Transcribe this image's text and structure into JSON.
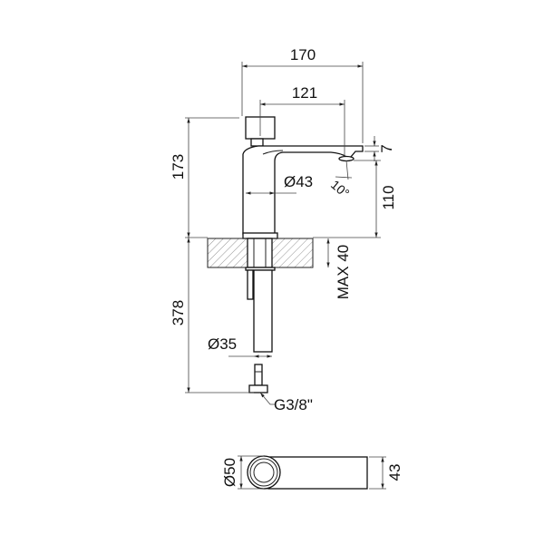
{
  "drawing": {
    "dimensions": {
      "overall_width": "170",
      "spout_reach": "121",
      "spout_thickness": "7",
      "outlet_height": "110",
      "total_height": "173",
      "body_diameter": "Ø43",
      "spout_angle": "10°",
      "max_counter_thickness": "MAX 40",
      "shank_length": "378",
      "shank_diameter": "Ø35",
      "connection_thread": "G3/8\"",
      "base_diameter": "Ø50",
      "spout_width": "43"
    },
    "colors": {
      "line": "#222222",
      "background": "#ffffff"
    }
  }
}
